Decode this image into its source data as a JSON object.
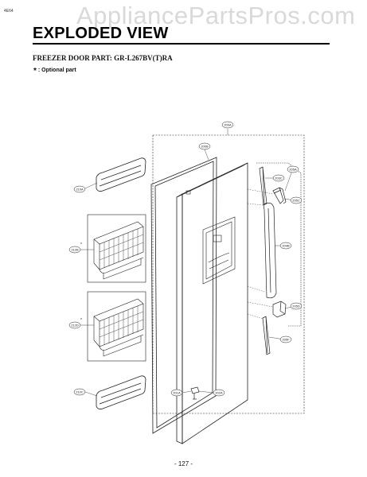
{
  "watermark": "AppliancePartsPros.com",
  "corner_code": "4E64",
  "title": "EXPLODED VIEW",
  "section_heading": "FREEZER DOOR PART: GR-L267BV(T)RA",
  "optional_note": {
    "marker": "*",
    "text": ": Optional part"
  },
  "page_number": "- 127 -",
  "callouts": {
    "door_assembly": "200A",
    "gasket": "200B",
    "cap_upper": "203C",
    "hinge_upper": "205A",
    "hinge_bracket_upper": "205C",
    "handle": "204B",
    "hinge_lower": "205D",
    "trim_lower": "205F",
    "stopper_left": "201A",
    "stopper_right": "202A",
    "basket_small_top": "210A",
    "basket_wire_1": "212B",
    "basket_wire_2": "212D",
    "basket_small_bottom": "210C"
  }
}
